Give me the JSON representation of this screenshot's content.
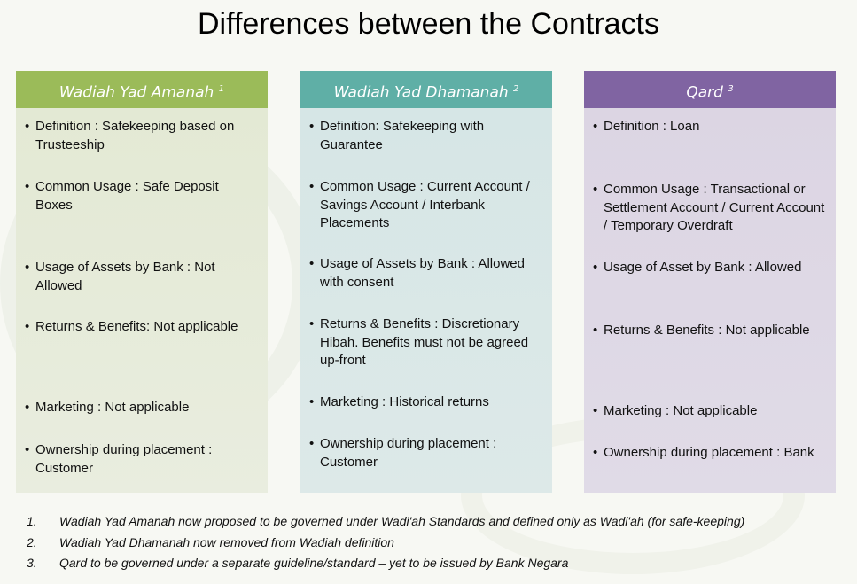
{
  "title": "Differences between the Contracts",
  "columns": [
    {
      "title": "Wadiah Yad Amanah",
      "sup": "1",
      "items": [
        "Definition : Safekeeping based on Trusteeship",
        "Common Usage : Safe Deposit Boxes",
        "Usage of Assets by Bank : Not Allowed",
        "Returns  & Benefits: Not applicable",
        "Marketing : Not applicable",
        "Ownership during placement : Customer"
      ]
    },
    {
      "title": "Wadiah Yad Dhamanah",
      "sup": "2",
      "items": [
        "Definition: Safekeeping with Guarantee",
        "Common Usage : Current Account / Savings Account / Interbank Placements",
        "Usage of Assets by Bank : Allowed with consent",
        "Returns & Benefits : Discretionary Hibah. Benefits must not be agreed up-front",
        "Marketing : Historical returns",
        "Ownership during placement : Customer"
      ]
    },
    {
      "title": "Qard",
      "sup": "3",
      "items": [
        "Definition : Loan",
        "Common Usage : Transactional or Settlement Account / Current Account / Temporary Overdraft",
        "Usage of Asset by Bank : Allowed",
        "Returns & Benefits : Not applicable",
        "Marketing : Not applicable",
        "Ownership during placement : Bank"
      ]
    }
  ],
  "notes": [
    {
      "n": "1.",
      "text": "Wadiah Yad Amanah now proposed to be governed under Wadi'ah Standards and defined only as Wadi'ah (for safe-keeping)"
    },
    {
      "n": "2.",
      "text": "Wadiah Yad Dhamanah now removed from Wadiah definition"
    },
    {
      "n": "3.",
      "text": "Qard to be governed under a separate guideline/standard – yet to be issued by Bank Negara"
    }
  ]
}
